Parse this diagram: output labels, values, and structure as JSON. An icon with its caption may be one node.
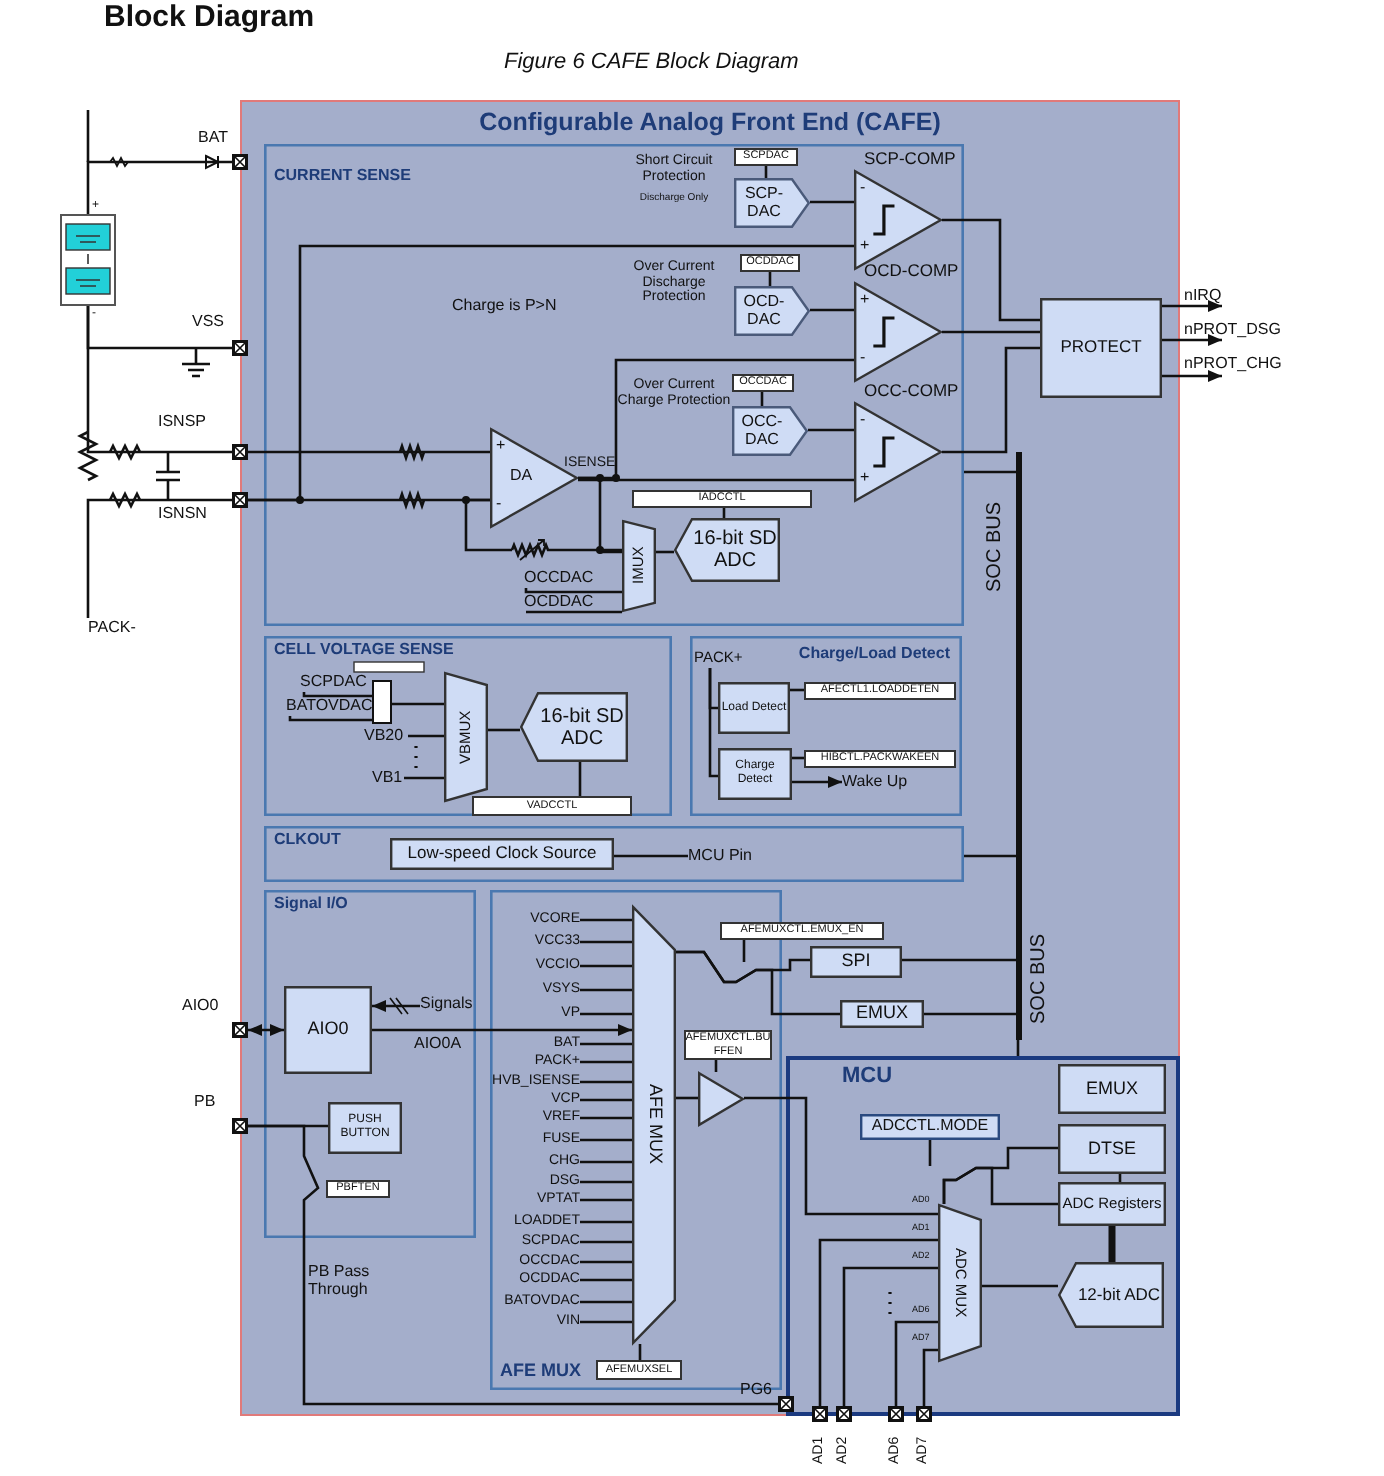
{
  "diagram": {
    "title": "Block Diagram",
    "caption": "Figure 6 CAFE Block Diagram",
    "nodes": [
      {
        "text": [
          "Configurable Analog Front End (CAFE)"
        ]
      },
      {
        "text": [
          "CURRENT SENSE"
        ],
        "in": 0
      },
      {
        "text": [
          "SCPDAC"
        ],
        "in": 1
      },
      {
        "text": [
          "SCP-DAC"
        ],
        "in": 1
      },
      {
        "text": [
          "SCP-COMP",
          "-",
          "+"
        ],
        "in": 1
      },
      {
        "text": [
          "OCDDAC"
        ],
        "in": 1
      },
      {
        "text": [
          "OCD-DAC"
        ],
        "in": 1
      },
      {
        "text": [
          "OCD-COMP",
          "+",
          "-"
        ],
        "in": 1
      },
      {
        "text": [
          "OCCDAC"
        ],
        "in": 1
      },
      {
        "text": [
          "OCC-DAC"
        ],
        "in": 1
      },
      {
        "text": [
          "OCC-COMP",
          "-",
          "+"
        ],
        "in": 1
      },
      {
        "text": [
          "DA",
          "+",
          "-"
        ],
        "in": 1
      },
      {
        "text": [
          "IADCCTL"
        ],
        "in": 1
      },
      {
        "text": [
          "IMUX"
        ],
        "in": 1
      },
      {
        "text": [
          "16-bit SD ADC"
        ],
        "in": 1
      },
      {
        "text": [
          "PROTECT"
        ],
        "in": 0
      },
      {
        "text": [
          "CELL VOLTAGE SENSE"
        ],
        "in": 0
      },
      {
        "text": [
          "VBMUX"
        ],
        "in": 16
      },
      {
        "text": [
          "16-bit SD ADC"
        ],
        "in": 16
      },
      {
        "text": [
          "VADCCTL"
        ],
        "in": 16
      },
      {
        "text": [
          "Charge/Load Detect"
        ],
        "in": 0
      },
      {
        "text": [
          "Load Detect"
        ],
        "in": 20
      },
      {
        "text": [
          "AFECTL1.LOADDETEN"
        ],
        "in": 20
      },
      {
        "text": [
          "Charge Detect"
        ],
        "in": 20
      },
      {
        "text": [
          "HIBCTL.PACKWAKEEN"
        ],
        "in": 20
      },
      {
        "text": [
          "CLKOUT"
        ],
        "in": 0
      },
      {
        "text": [
          "Low-speed Clock Source"
        ],
        "in": 25
      },
      {
        "text": [
          "MCU Pin"
        ],
        "in": 25
      },
      {
        "text": [
          "Signal I/O"
        ],
        "in": 0
      },
      {
        "text": [
          "AIO0"
        ],
        "in": 28
      },
      {
        "text": [
          "Signals"
        ],
        "in": 28
      },
      {
        "text": [
          "PUSH BUTTON"
        ],
        "in": 28
      },
      {
        "text": [
          "PBFTEN"
        ],
        "in": 28
      },
      {
        "text": [
          "AFE MUX"
        ],
        "in": 0
      },
      {
        "text": [
          "AFE MUX"
        ],
        "in": 33
      },
      {
        "text": [
          "AFEMUXSEL"
        ],
        "in": 33
      },
      {
        "text": [
          "AFEMUXCTL.EMUX_EN"
        ],
        "in": 0
      },
      {
        "text": [
          "SPI"
        ],
        "in": 0
      },
      {
        "text": [
          "EMUX"
        ],
        "in": 0
      },
      {
        "text": [
          "AFEMUXCTL.BUFFEN"
        ],
        "in": 33
      },
      {
        "text": [],
        "shape": "triangle",
        "in": 33
      },
      {
        "text": [
          "MCU"
        ],
        "in": 0
      },
      {
        "text": [
          "EMUX"
        ],
        "in": 41
      },
      {
        "text": [
          "ADCCTL.MODE"
        ],
        "in": 41
      },
      {
        "text": [
          "DTSE"
        ],
        "in": 41
      },
      {
        "text": [
          "ADC Registers"
        ],
        "in": 41
      },
      {
        "text": [
          "ADC MUX"
        ],
        "in": 41
      },
      {
        "text": [
          "12-bit ADC"
        ],
        "in": 41
      },
      {
        "text": [
          "PACK+"
        ],
        "in": 20
      },
      {
        "text": [
          "Wake Up"
        ],
        "in": 20
      },
      {
        "text": [],
        "shape": "bar",
        "in": 0,
        "beside": [
          "SOC BUS",
          "SOC BUS"
        ]
      },
      {
        "text": [
          "OCCDAC"
        ],
        "in": 1
      },
      {
        "text": [
          "OCDDAC"
        ],
        "in": 1
      },
      {
        "text": [
          "SCPDAC"
        ],
        "in": 16
      },
      {
        "text": [
          "BATOVDAC"
        ],
        "in": 16
      },
      {
        "text": [],
        "shape": "box",
        "in": 16
      },
      {
        "text": [
          "VB20"
        ],
        "in": 16
      },
      {
        "text": [
          "VB1"
        ],
        "in": 16
      },
      {
        "text": [
          "VCORE"
        ],
        "in": 33
      },
      {
        "text": [
          "VCC33"
        ],
        "in": 33
      },
      {
        "text": [
          "VCCIO"
        ],
        "in": 33
      },
      {
        "text": [
          "VSYS"
        ],
        "in": 33
      },
      {
        "text": [
          "VP"
        ],
        "in": 33
      },
      {
        "text": [
          "BAT"
        ],
        "in": 33
      },
      {
        "text": [
          "PACK+"
        ],
        "in": 33
      },
      {
        "text": [
          "HVB_ISENSE"
        ],
        "in": 33
      },
      {
        "text": [
          "VCP"
        ],
        "in": 33
      },
      {
        "text": [
          "VREF"
        ],
        "in": 33
      },
      {
        "text": [
          "FUSE"
        ],
        "in": 33
      },
      {
        "text": [
          "CHG"
        ],
        "in": 33
      },
      {
        "text": [
          "DSG"
        ],
        "in": 33
      },
      {
        "text": [
          "VPTAT"
        ],
        "in": 33
      },
      {
        "text": [
          "LOADDET"
        ],
        "in": 33
      },
      {
        "text": [
          "SCPDAC"
        ],
        "in": 33
      },
      {
        "text": [
          "OCCDAC"
        ],
        "in": 33
      },
      {
        "text": [
          "OCDDAC"
        ],
        "in": 33
      },
      {
        "text": [
          "BATOVDAC"
        ],
        "in": 33
      },
      {
        "text": [
          "VIN"
        ],
        "in": 33
      },
      {
        "text": [],
        "shape": "box",
        "beside": [
          "BAT"
        ]
      },
      {
        "text": [],
        "shape": "box",
        "beside": [
          "VSS"
        ]
      },
      {
        "text": [],
        "shape": "box",
        "beside": [
          "ISNSP"
        ]
      },
      {
        "text": [],
        "shape": "box",
        "beside": [
          "ISNSN"
        ]
      },
      {
        "text": [],
        "shape": "box",
        "beside": [
          "AIO0"
        ]
      },
      {
        "text": [],
        "shape": "box",
        "beside": [
          "PB"
        ]
      },
      {
        "text": [],
        "shape": "box",
        "in": 0,
        "beside": [
          "PG6"
        ]
      },
      {
        "text": [],
        "shape": "box",
        "beside": [
          "AD1"
        ]
      },
      {
        "text": [],
        "shape": "box",
        "beside": [
          "AD2"
        ]
      },
      {
        "text": [],
        "shape": "box",
        "beside": [
          "AD6"
        ]
      },
      {
        "text": [],
        "shape": "box",
        "beside": [
          "AD7"
        ]
      },
      {
        "text": [],
        "shape": "battery",
        "beside": [
          "+",
          "-"
        ]
      },
      {
        "text": [
          "PACK-"
        ]
      },
      {
        "text": [],
        "shape": "resistor",
        "in": 1
      }
    ],
    "edges": [
      {
        "from": 2,
        "to": 3,
        "arrow": "none"
      },
      {
        "from": 3,
        "to": 4,
        "arrow": "none"
      },
      {
        "from": 5,
        "to": 6,
        "arrow": "none"
      },
      {
        "from": 6,
        "to": 7,
        "arrow": "none"
      },
      {
        "from": 8,
        "to": 9,
        "arrow": "none"
      },
      {
        "from": 9,
        "to": 10,
        "arrow": "none"
      },
      {
        "from": 4,
        "to": 15,
        "arrow": "none"
      },
      {
        "from": 7,
        "to": 15,
        "arrow": "none"
      },
      {
        "from": 10,
        "to": 15,
        "arrow": "none"
      },
      {
        "from": 15,
        "to": null,
        "arrow": "to",
        "label": "nIRQ"
      },
      {
        "from": 15,
        "to": null,
        "arrow": "to",
        "label": "nPROT_DSG"
      },
      {
        "from": 15,
        "to": null,
        "arrow": "to",
        "label": "nPROT_CHG"
      },
      {
        "from": 11,
        "to": 13,
        "arrow": "none",
        "label": "ISENSE"
      },
      {
        "from": 13,
        "to": 14,
        "arrow": "none"
      },
      {
        "from": 12,
        "to": 14,
        "arrow": "none"
      },
      {
        "from": 17,
        "to": 18,
        "arrow": "none"
      },
      {
        "from": 19,
        "to": 18,
        "arrow": "none"
      },
      {
        "from": 21,
        "to": 22,
        "arrow": "none"
      },
      {
        "from": 23,
        "to": 24,
        "arrow": "none"
      },
      {
        "from": 23,
        "to": 49,
        "arrow": "to"
      },
      {
        "from": 26,
        "to": 27,
        "arrow": "none"
      },
      {
        "from": 30,
        "to": 29,
        "arrow": "to"
      },
      {
        "from": 29,
        "to": 34,
        "arrow": "to",
        "label": "AIO0A"
      },
      {
        "from": 35,
        "to": 34,
        "arrow": "none"
      },
      {
        "from": 34,
        "to": 40,
        "arrow": "none"
      },
      {
        "from": 39,
        "to": 40,
        "arrow": "none"
      },
      {
        "from": 40,
        "to": 46,
        "arrow": "none",
        "label": "AD0"
      },
      {
        "from": 46,
        "to": 47,
        "arrow": "none"
      },
      {
        "from": 47,
        "to": 45,
        "arrow": "none",
        "style": "thick"
      },
      {
        "from": 45,
        "to": 44,
        "arrow": "none"
      },
      {
        "from": 11,
        "to": 7,
        "arrow": "none"
      },
      {
        "from": 11,
        "to": 10,
        "arrow": "none"
      },
      {
        "from": 1,
        "to": 50,
        "arrow": "none"
      },
      {
        "from": 25,
        "to": 50,
        "arrow": "none"
      },
      {
        "from": 37,
        "to": 50,
        "arrow": "none"
      },
      {
        "from": 38,
        "to": 50,
        "arrow": "none"
      },
      {
        "from": 50,
        "to": 41,
        "arrow": "none"
      },
      {
        "from": 48,
        "to": 21,
        "arrow": "none"
      },
      {
        "from": 48,
        "to": 23,
        "arrow": "none"
      },
      {
        "from": 51,
        "to": 13,
        "arrow": "none"
      },
      {
        "from": 52,
        "to": 13,
        "arrow": "none"
      },
      {
        "from": 53,
        "to": 55,
        "arrow": "none"
      },
      {
        "from": 54,
        "to": 55,
        "arrow": "none"
      },
      {
        "from": 55,
        "to": 17,
        "arrow": "none"
      },
      {
        "from": 56,
        "to": 17,
        "arrow": "none"
      },
      {
        "from": 57,
        "to": 17,
        "arrow": "none"
      },
      {
        "from": 58,
        "to": 34,
        "arrow": "none"
      },
      {
        "from": 59,
        "to": 34,
        "arrow": "none"
      },
      {
        "from": 60,
        "to": 34,
        "arrow": "none"
      },
      {
        "from": 61,
        "to": 34,
        "arrow": "none"
      },
      {
        "from": 62,
        "to": 34,
        "arrow": "none"
      },
      {
        "from": 63,
        "to": 34,
        "arrow": "none"
      },
      {
        "from": 64,
        "to": 34,
        "arrow": "none"
      },
      {
        "from": 65,
        "to": 34,
        "arrow": "none"
      },
      {
        "from": 66,
        "to": 34,
        "arrow": "none"
      },
      {
        "from": 67,
        "to": 34,
        "arrow": "none"
      },
      {
        "from": 68,
        "to": 34,
        "arrow": "none"
      },
      {
        "from": 69,
        "to": 34,
        "arrow": "none"
      },
      {
        "from": 70,
        "to": 34,
        "arrow": "none"
      },
      {
        "from": 71,
        "to": 34,
        "arrow": "none"
      },
      {
        "from": 72,
        "to": 34,
        "arrow": "none"
      },
      {
        "from": 73,
        "to": 34,
        "arrow": "none"
      },
      {
        "from": 74,
        "to": 34,
        "arrow": "none"
      },
      {
        "from": 75,
        "to": 34,
        "arrow": "none"
      },
      {
        "from": 76,
        "to": 34,
        "arrow": "none"
      },
      {
        "from": 77,
        "to": 34,
        "arrow": "none"
      },
      {
        "from": 80,
        "to": 11,
        "arrow": "none"
      },
      {
        "from": 81,
        "to": 11,
        "arrow": "none"
      },
      {
        "from": 81,
        "to": 4,
        "arrow": "none"
      },
      {
        "from": 82,
        "to": 29,
        "arrow": "both"
      },
      {
        "from": 83,
        "to": 31,
        "arrow": "none"
      },
      {
        "from": 83,
        "to": 84,
        "arrow": "none",
        "label": "PB Pass Through"
      },
      {
        "from": 85,
        "to": 46,
        "arrow": "none",
        "label": "AD1"
      },
      {
        "from": 86,
        "to": 46,
        "arrow": "none",
        "label": "AD2"
      },
      {
        "from": 87,
        "to": 46,
        "arrow": "none",
        "label": "AD6"
      },
      {
        "from": 88,
        "to": 46,
        "arrow": "none",
        "label": "AD7"
      },
      {
        "from": 46,
        "to": 44,
        "arrow": "none"
      },
      {
        "from": 46,
        "to": 45,
        "arrow": "none"
      },
      {
        "from": 34,
        "to": 37,
        "arrow": "none"
      },
      {
        "from": 34,
        "to": 38,
        "arrow": "none"
      },
      {
        "from": 11,
        "to": 91,
        "arrow": "none"
      },
      {
        "from": 89,
        "to": 78,
        "arrow": "none"
      },
      {
        "from": 89,
        "to": 79,
        "arrow": "none"
      },
      {
        "from": 89,
        "to": 80,
        "arrow": "none"
      },
      {
        "from": 81,
        "to": 90,
        "arrow": "none"
      },
      {
        "from": 91,
        "to": 13,
        "arrow": "none"
      }
    ],
    "labels": [
      "Short Circuit Protection",
      "Discharge Only",
      "Over Current Discharge Protection",
      "Charge is P>N",
      "Over Current Charge Protection"
    ]
  }
}
